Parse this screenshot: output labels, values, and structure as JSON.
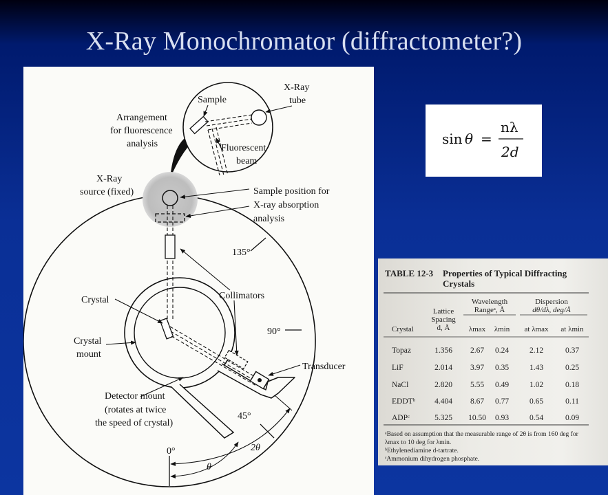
{
  "title": "X-Ray Monochromator (diffractometer?)",
  "diagram": {
    "labels": {
      "xray_tube": [
        "X-Ray",
        "tube"
      ],
      "sample": "Sample",
      "arrangement": [
        "Arrangement",
        "for fluorescence",
        "analysis"
      ],
      "fluorescent_beam": [
        "Fluorescent",
        "beam"
      ],
      "xray_source": [
        "X-Ray",
        "source (fixed)"
      ],
      "sample_position": [
        "Sample position for",
        "X-ray absorption",
        "analysis"
      ],
      "collimators": "Collimators",
      "crystal": "Crystal",
      "crystal_mount": [
        "Crystal",
        "mount"
      ],
      "transducer": "Transducer",
      "detector_mount": [
        "Detector mount",
        "(rotates at twice",
        "the speed of crystal)"
      ],
      "angle_135": "135°",
      "angle_90": "90°",
      "angle_45": "45°",
      "angle_0": "0°",
      "two_theta": "2θ",
      "theta": "θ"
    }
  },
  "formula": {
    "lhs_func": "sin",
    "lhs_var": "θ",
    "equals": "=",
    "numerator": "nλ",
    "denominator": "2d"
  },
  "table": {
    "label": "TABLE 12-3",
    "caption_line1": "Properties of Typical Diffracting",
    "caption_line2": "Crystals",
    "headers": {
      "crystal": "Crystal",
      "lattice": [
        "Lattice",
        "Spacing",
        "d, Å"
      ],
      "wavelength": [
        "Wavelength",
        "Rangeᵃ, Å"
      ],
      "lmax": "λmax",
      "lmin": "λmin",
      "dispersion": [
        "Dispersion",
        "dθ/dλ, deg/Å"
      ],
      "at_lmax": "at λmax",
      "at_lmin": "at λmin"
    },
    "rows": [
      [
        "Topaz",
        "1.356",
        "2.67",
        "0.24",
        "2.12",
        "0.37"
      ],
      [
        "LiF",
        "2.014",
        "3.97",
        "0.35",
        "1.43",
        "0.25"
      ],
      [
        "NaCl",
        "2.820",
        "5.55",
        "0.49",
        "1.02",
        "0.18"
      ],
      [
        "EDDTᵇ",
        "4.404",
        "8.67",
        "0.77",
        "0.65",
        "0.11"
      ],
      [
        "ADPᶜ",
        "5.325",
        "10.50",
        "0.93",
        "0.54",
        "0.09"
      ]
    ],
    "footnotes": [
      "ᵃBased on assumption that the measurable range of 2θ is from 160 deg for",
      "λmax to 10 deg for λmin.",
      "ᵇEthylenediamine d-tartrate.",
      "ᶜAmmonium dihydrogen phosphate."
    ]
  }
}
